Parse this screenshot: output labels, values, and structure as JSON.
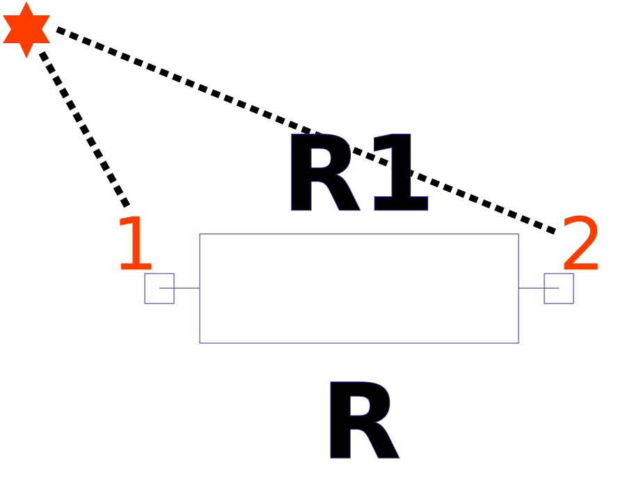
{
  "component": {
    "reference": "R1",
    "type": "R",
    "pins": [
      {
        "number": "1"
      },
      {
        "number": "2"
      }
    ]
  },
  "colors": {
    "body_outline": "#2a2aa8",
    "pin_number": "#ff3c00",
    "marker": "#ff3c00",
    "dotted_line": "#000000",
    "label": "#000000"
  },
  "icons": {
    "marker": "six-point-star-icon"
  }
}
